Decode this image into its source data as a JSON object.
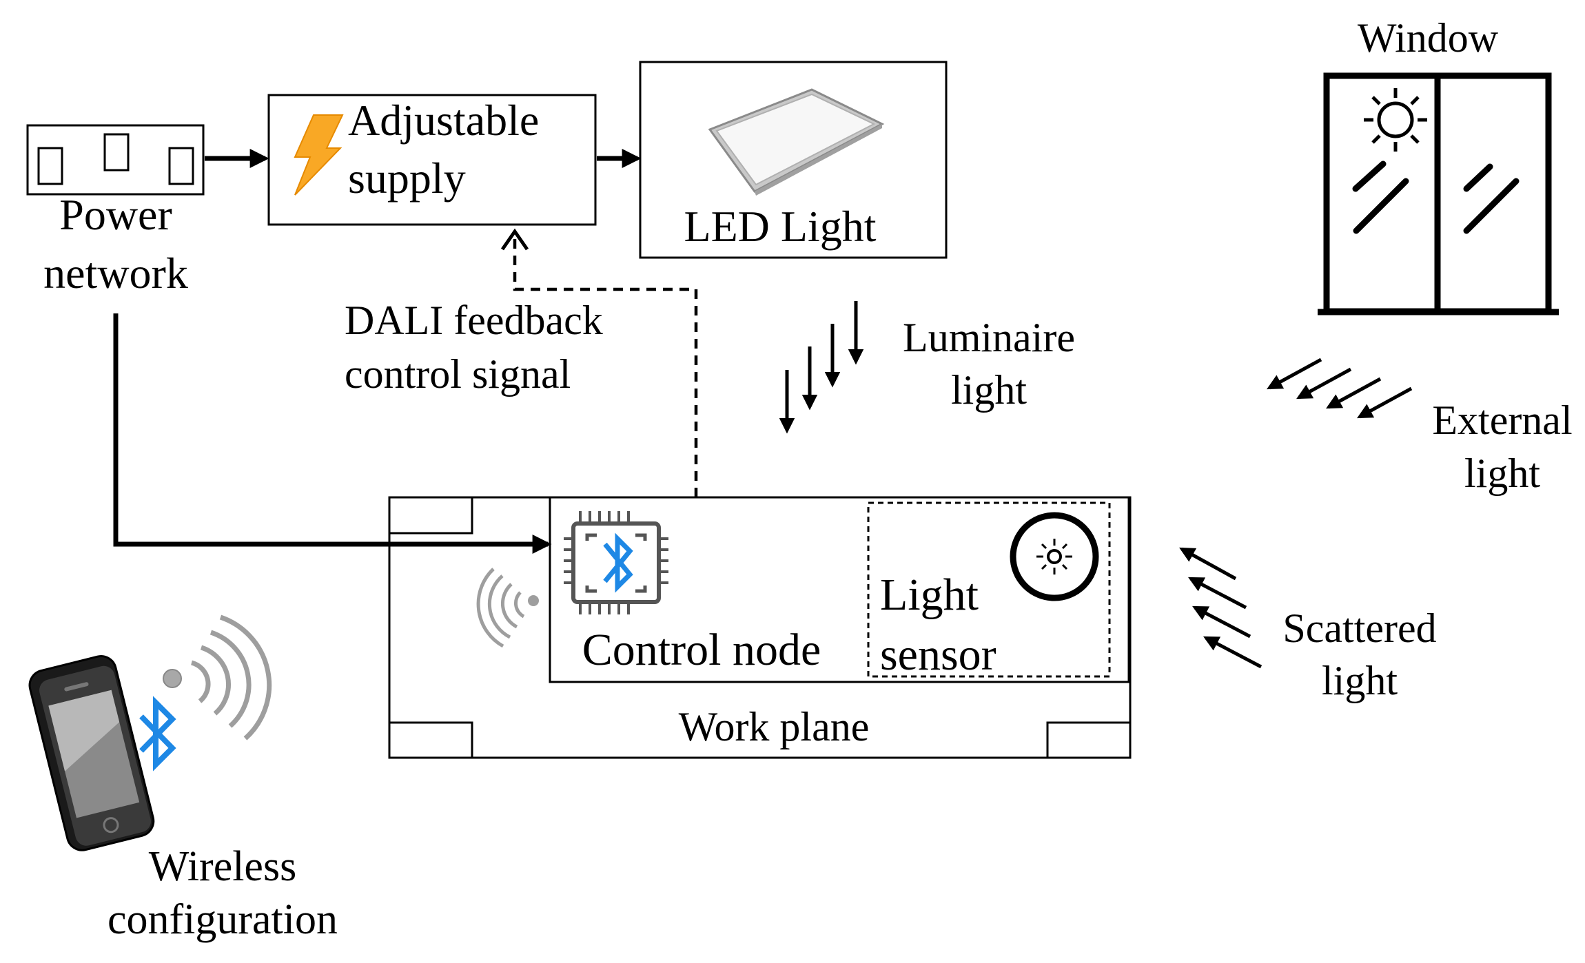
{
  "labels": {
    "power_line1": "Power",
    "power_line2": "network",
    "supply_line1": "Adjustable",
    "supply_line2": "supply",
    "led_light": "LED Light",
    "window": "Window",
    "dali_line1": "DALI feedback",
    "dali_line2": "control signal",
    "luminaire_line1": "Luminaire",
    "luminaire_line2": "light",
    "external_line1": "External",
    "external_line2": "light",
    "control_node": "Control node",
    "sensor_line1": "Light",
    "sensor_line2": "sensor",
    "work_plane": "Work plane",
    "scattered_line1": "Scattered",
    "scattered_line2": "light",
    "wireless_line1": "Wireless",
    "wireless_line2": "configuration"
  },
  "colors": {
    "bluetooth": "#1e88e5",
    "lightning": "#f9a825",
    "wifi_gray": "#9e9e9e",
    "line": "#000000"
  },
  "icons": [
    "power-outlet-icon",
    "lightning-icon",
    "led-panel-icon",
    "sun-icon",
    "bluetooth-chip-icon",
    "light-sensor-icon",
    "wifi-waves-icon",
    "smartphone-icon",
    "bluetooth-icon"
  ]
}
